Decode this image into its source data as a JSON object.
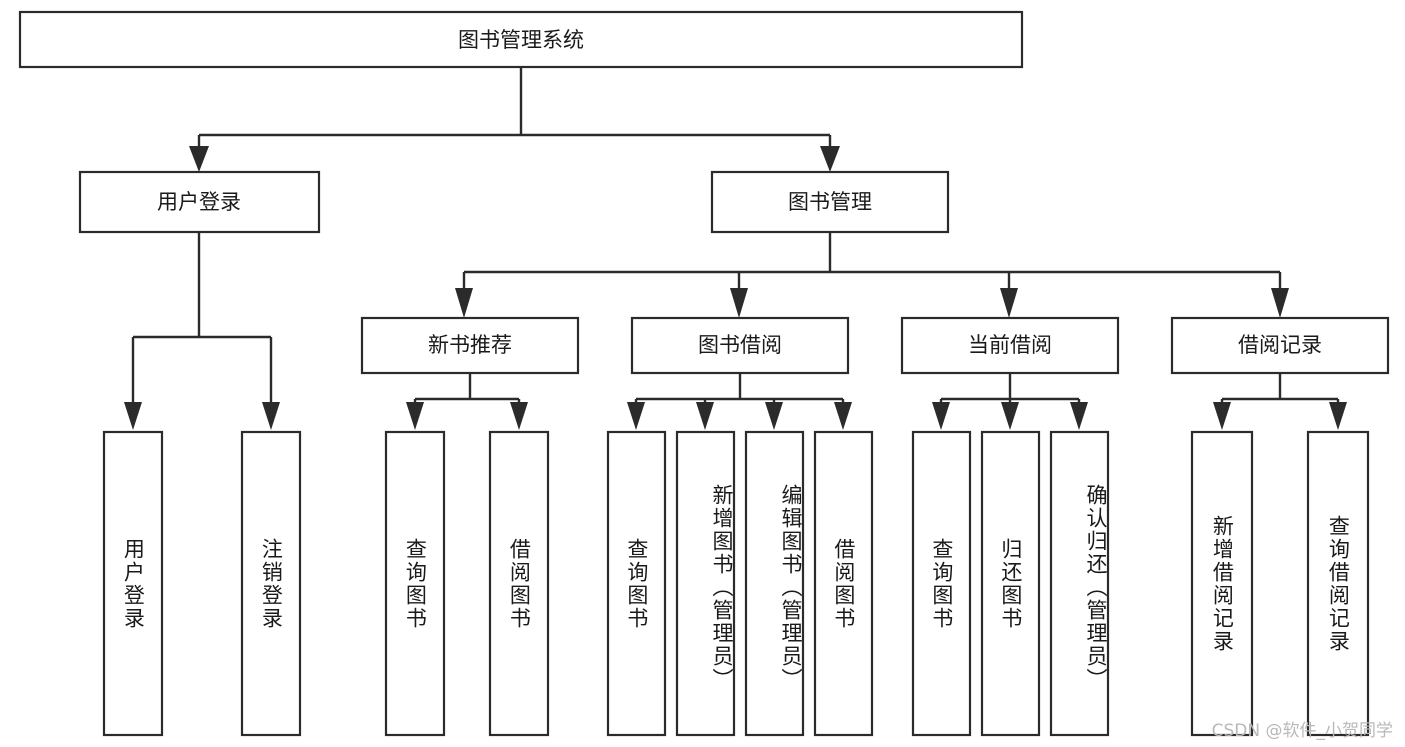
{
  "diagram": {
    "title": "图书管理系统",
    "watermark": "CSDN @软件_小贺同学",
    "colors": {
      "stroke": "#2b2b2b",
      "fill": "#ffffff",
      "text": "#1a1a1a",
      "watermark": "#b9b9b9",
      "background": "#ffffff"
    },
    "root": {
      "label": "图书管理系统",
      "orientation": "horizontal"
    },
    "level2": [
      {
        "label": "用户登录",
        "orientation": "horizontal"
      },
      {
        "label": "图书管理",
        "orientation": "horizontal"
      }
    ],
    "level3": [
      {
        "label": "新书推荐",
        "orientation": "horizontal"
      },
      {
        "label": "图书借阅",
        "orientation": "horizontal"
      },
      {
        "label": "当前借阅",
        "orientation": "horizontal"
      },
      {
        "label": "借阅记录",
        "orientation": "horizontal"
      }
    ],
    "leaves": {
      "user_login": [
        {
          "label": "用户登录",
          "orientation": "vertical"
        },
        {
          "label": "注销登录",
          "orientation": "vertical"
        }
      ],
      "new_book_recommend": [
        {
          "label": "查询图书",
          "orientation": "vertical"
        },
        {
          "label": "借阅图书",
          "orientation": "vertical"
        }
      ],
      "book_borrow": [
        {
          "label": "查询图书",
          "orientation": "vertical"
        },
        {
          "label": "新增图书（管理员）",
          "orientation": "vertical"
        },
        {
          "label": "编辑图书（管理员）",
          "orientation": "vertical"
        },
        {
          "label": "借阅图书",
          "orientation": "vertical"
        }
      ],
      "current_borrow": [
        {
          "label": "查询图书",
          "orientation": "vertical"
        },
        {
          "label": "归还图书",
          "orientation": "vertical"
        },
        {
          "label": "确认归还（管理员）",
          "orientation": "vertical"
        }
      ],
      "borrow_record": [
        {
          "label": "新增借阅记录",
          "orientation": "vertical"
        },
        {
          "label": "查询借阅记录",
          "orientation": "vertical"
        }
      ]
    }
  }
}
